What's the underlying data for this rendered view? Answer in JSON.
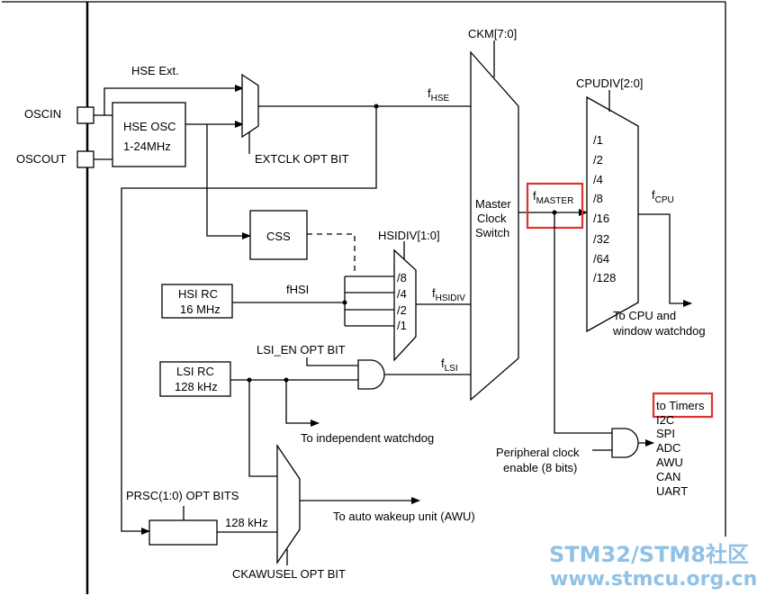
{
  "pins": {
    "oscin": "OSCIN",
    "oscout": "OSCOUT"
  },
  "hse": {
    "ext_label": "HSE Ext.",
    "osc_line1": "HSE OSC",
    "osc_line2": "1-24MHz",
    "extclk_label": "EXTCLK OPT BIT",
    "f_main": "f",
    "f_sub": "HSE"
  },
  "css": {
    "label": "CSS"
  },
  "hsi": {
    "rc_line1": "HSI RC",
    "rc_line2": "16 MHz",
    "fhsi_label": "fHSI",
    "div_title": "HSIDIV[1:0]",
    "div_options": [
      "/8",
      "/4",
      "/2",
      "/1"
    ],
    "f_main": "f",
    "f_sub": "HSIDIV"
  },
  "lsi": {
    "rc_line1": "LSI RC",
    "rc_line2": "128 kHz",
    "en_label": "LSI_EN OPT BIT",
    "f_main": "f",
    "f_sub": "LSI",
    "iwdg_label": "To independent watchdog"
  },
  "switch": {
    "ckm_label": "CKM[7:0]",
    "line1": "Master",
    "line2": "Clock",
    "line3": "Switch"
  },
  "master": {
    "f_main": "f",
    "f_sub": "MASTER"
  },
  "cpu": {
    "div_title": "CPUDIV[2:0]",
    "div_options": [
      "/1",
      "/2",
      "/4",
      "/8",
      "/16",
      "/32",
      "/64",
      "/128"
    ],
    "f_main": "f",
    "f_sub": "CPU",
    "out_line1": "To CPU and",
    "out_line2": "window watchdog"
  },
  "peripheral": {
    "enable_line1": "Peripheral clock",
    "enable_line2": "enable (8 bits)",
    "targets": [
      "to Timers",
      "I2C",
      "SPI",
      "ADC",
      "AWU",
      "CAN",
      "UART"
    ]
  },
  "awu": {
    "prsc_label": "PRSC(1:0) OPT BITS",
    "freq_label": "128 kHz",
    "out_label": "To auto wakeup unit (AWU)",
    "ckawusel_label": "CKAWUSEL OPT BIT"
  },
  "watermark": {
    "line1": "STM32/STM8社区",
    "line2": "www.stmcu.org.cn"
  },
  "colors": {
    "highlight": "#e03030",
    "watermark": "#8fc2e6"
  }
}
